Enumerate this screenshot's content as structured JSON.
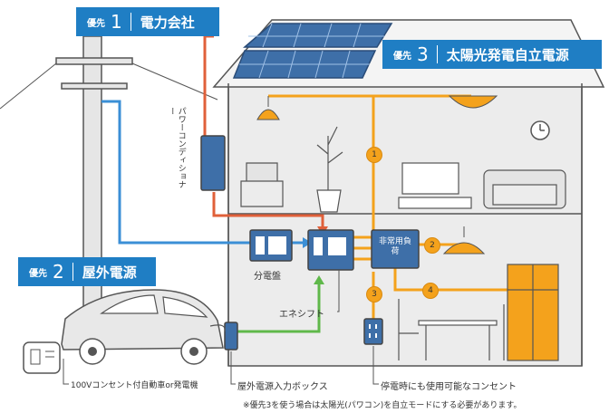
{
  "priorities": [
    {
      "prefix": "優先",
      "number": "1",
      "label": "電力会社"
    },
    {
      "prefix": "優先",
      "number": "2",
      "label": "屋外電源"
    },
    {
      "prefix": "優先",
      "number": "3",
      "label": "太陽光発電自立電源"
    }
  ],
  "labels": {
    "power_conditioner": "パワーコンディショナー",
    "distribution_board": "分電盤",
    "emergency_load": "非常用負荷",
    "enershift": "エネシフト",
    "ev_generator": "100Vコンセント付自動車or発電機",
    "outdoor_input_box": "屋外電源入力ボックス",
    "outage_outlet": "停電時にも使用可能なコンセント"
  },
  "circuit_numbers": [
    "1",
    "2",
    "3",
    "4"
  ],
  "note": "※優先3を使う場合は太陽光(パワコン)を自立モードにする必要があります。",
  "colors": {
    "badge_blue": "#1f7ec4",
    "grid_line_blue": "#3b8fd6",
    "solar_line_red": "#e0603a",
    "outdoor_line_green": "#5fb84a",
    "load_line_orange": "#f4a21c",
    "house_bg": "#ececec",
    "panel_blue": "#3e6fa8"
  }
}
